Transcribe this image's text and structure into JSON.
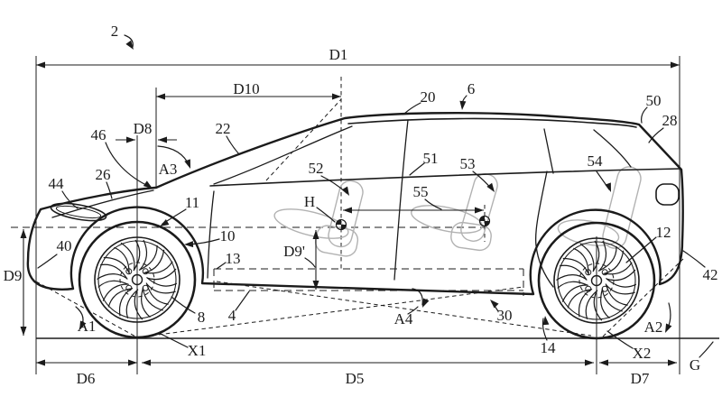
{
  "figure": {
    "kind": "patent line drawing",
    "subject": "vehicle side elevation with dimension and reference annotations",
    "background_color": "#ffffff",
    "ink_color": "#1b1b1b",
    "seat_line_color": "#b2b2b2"
  },
  "labels": {
    "fig_number": "2",
    "d1": "D1",
    "d10": "D10",
    "d8": "D8",
    "d9": "D9",
    "d9_prime": "D9'",
    "d5": "D5",
    "d6": "D6",
    "d7": "D7",
    "a1": "A1",
    "a2": "A2",
    "a3": "A3",
    "a4": "A4",
    "x1": "X1",
    "x2": "X2",
    "g": "G",
    "h": "H",
    "n4": "4",
    "n6": "6",
    "n8": "8",
    "n10": "10",
    "n11": "11",
    "n12": "12",
    "n13": "13",
    "n14": "14",
    "n20": "20",
    "n22": "22",
    "n26": "26",
    "n28": "28",
    "n30": "30",
    "n40": "40",
    "n42": "42",
    "n44": "44",
    "n46": "46",
    "n50": "50",
    "n51": "51",
    "n52": "52",
    "n53": "53",
    "n54": "54",
    "n55": "55"
  }
}
